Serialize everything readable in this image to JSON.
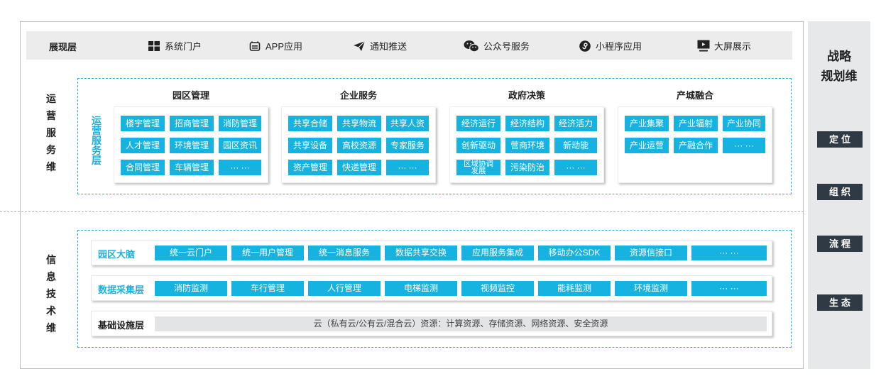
{
  "display": {
    "title": "展现层",
    "items": [
      {
        "label": "系统门户",
        "icon": "windows-icon"
      },
      {
        "label": "APP应用",
        "icon": "app-icon"
      },
      {
        "label": "通知推送",
        "icon": "paper-plane-icon"
      },
      {
        "label": "公众号服务",
        "icon": "wechat-icon"
      },
      {
        "label": "小程序应用",
        "icon": "mini-program-icon"
      },
      {
        "label": "大屏展示",
        "icon": "monitor-icon"
      }
    ]
  },
  "operation": {
    "outer_label": [
      "运",
      "营",
      "服",
      "务",
      "维"
    ],
    "inner_label": [
      "运",
      "营",
      "服",
      "务",
      "层"
    ],
    "cards": [
      {
        "title": "园区管理",
        "tags": [
          "楼宇管理",
          "招商管理",
          "消防管理",
          "人才管理",
          "环境管理",
          "园区资讯",
          "合同管理",
          "车辆管理",
          "··· ···"
        ]
      },
      {
        "title": "企业服务",
        "tags": [
          "共享合储",
          "共享物流",
          "共享人资",
          "共享设备",
          "高校资源",
          "专家服务",
          "资产管理",
          "快递管理",
          "··· ···"
        ]
      },
      {
        "title": "政府决策",
        "tags": [
          "经济运行",
          "经济结构",
          "经济活力",
          "创新驱动",
          "营商环境",
          "新动能",
          "区域协调发展",
          "污染防治",
          "··· ···"
        ]
      },
      {
        "title": "产城融合",
        "tags": [
          "产业集聚",
          "产业辐射",
          "产业协同",
          "产业运营",
          "产融合作",
          "··· ···"
        ]
      }
    ]
  },
  "info": {
    "outer_label": [
      "信",
      "息",
      "技",
      "术",
      "维"
    ],
    "rows": [
      {
        "title": "园区大脑",
        "tags": [
          "统一云门户",
          "统一用户管理",
          "统一消息服务",
          "数据共享交换",
          "应用服务集成",
          "移动办公SDK",
          "资源信接口",
          "··· ···"
        ]
      },
      {
        "title": "数据采集层",
        "tags": [
          "消防监测",
          "车行管理",
          "人行管理",
          "电梯监测",
          "视频监控",
          "能耗监测",
          "环境监测",
          "··· ···"
        ]
      },
      {
        "title": "基础设施层",
        "infra": "云（私有云/公有云/混合云）资源：计算资源、存储资源、网络资源、安全资源"
      }
    ]
  },
  "strategy": {
    "title_line1": "战略",
    "title_line2": "规划维",
    "buttons": [
      "定位",
      "组织",
      "流程",
      "生态"
    ]
  },
  "colors": {
    "accent": "#17b3e0",
    "dark_button": "#2f3a44",
    "panel_bg": "#e7e8e9"
  }
}
